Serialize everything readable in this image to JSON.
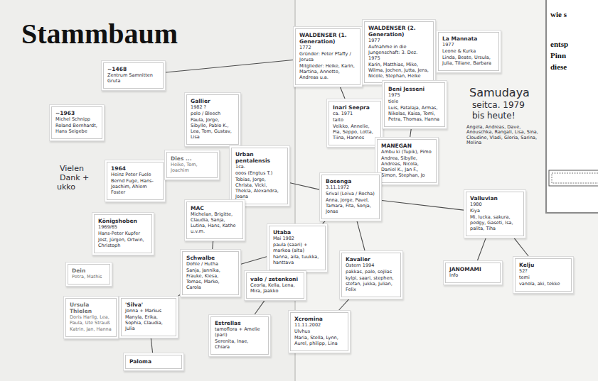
{
  "diagram": {
    "title": "Stammbaum",
    "nodes": [
      {
        "text": [
          "~1468",
          "Zentrum Samnitten Gruta"
        ]
      },
      {
        "text": [
          "WALDENSER (1. Generation)",
          "1772",
          "Gründer: Peter Pfaffy / Jerusa",
          "Mitglieder: Heike, Karin, Martina, Annette, Andreas u.a."
        ]
      },
      {
        "text": [
          "WALDENSER (2. Generation)",
          "1977",
          "Aufnahme in die Jungenschaft: 3. Dez. 1975",
          "Karin, Matthias, Mike, Wilma, Jochen, Jutta, Jens, Nicole, Stephan, Heike"
        ]
      },
      {
        "text": [
          "La Mannata",
          "1977",
          "Leone & Kurka",
          "Linda, Beate, Ursula, Julia, Tiliane, Barbara"
        ]
      },
      {
        "text": [
          "~1963",
          "Michel Schnipp",
          "Roland Bernhardt, Hans Seigebe"
        ]
      },
      {
        "text": [
          "Gallier",
          "1982 ?",
          "polo / Bleech",
          "Paula, Jorge, Sibylle, Pablo K., Lea, Tom, Gustav, Lisa"
        ]
      },
      {
        "text": [
          "Inari Seepra",
          "ca. 1971",
          "taito",
          "Veikko, Annelie, Pia, Seppo, Lotta, Tiina, Hannes"
        ]
      },
      {
        "text": [
          "Beni Jesseni",
          "1975",
          "tiele",
          "Luis, Patalaja, Armas, Nikolas, Kaisa, Tomi, Petra, Thomas, Hanna"
        ]
      },
      {
        "text": [
          "MANEGAN",
          "Ambu ki (Tupik), Pimo",
          "Andrea, Sibylle, Andreas, Nicola, Daniel K., Jan F., Simon, Stephan, Jo"
        ]
      },
      {
        "text": [
          "1964",
          "Heinz Peter Fuele",
          "Bernd Fuge, Hans-Joachim, Ahlem Foster"
        ]
      },
      {
        "text": [
          "Dies ...",
          "Heike, Tom, Joachim"
        ]
      },
      {
        "text": [
          "Urban pentalensis",
          "1ca.",
          "ooos (Engtus T.)",
          "Tobias, Jorge, Christa, Vicki, Thekla, Alexandra, Joana"
        ]
      },
      {
        "text": [
          "Bosenga",
          "3.11.1972",
          "Srival (Leiva / Rocha)",
          "Anna, Jorge, Pavel, Tamara, Fita, Sonja, Jonas"
        ]
      },
      {
        "text": [
          "Valluvian",
          "1980",
          "Kiya",
          "Mi, lucka, sakura, pedgy, Gaseti, Isa, palita, Tiha"
        ]
      },
      {
        "text": [
          "MAC",
          "Michelan, Brigitte, Claudia, Sanja, Lutina, Hans, Kathe u.v.m."
        ]
      },
      {
        "text": [
          "Königshoben",
          "1969/65",
          "Hans-Peter Kupfer",
          "Jost, Jürgen, Ortwin, Christoph"
        ]
      },
      {
        "text": [
          "Utaba",
          "Mai 1982",
          "paula (saari) + markoa (alta)",
          "hanna, aila, tuukka, hanttava"
        ]
      },
      {
        "text": [
          "Schwalbe",
          "Dohle / Hutha",
          "Sanja, Jannika, Frauke, Kiesa, Tomas, Marko, Carola"
        ]
      },
      {
        "text": [
          "valo / zetenkoni",
          "Ceorla, Kella, Lena, Mira, Jaakko"
        ]
      },
      {
        "text": [
          "Kavalier",
          "Ostern 1994",
          "pakkas, palo, sojlias",
          "kylpi, saari, stephen, stefan, jukka, Julian, Felix"
        ]
      },
      {
        "text": [
          "JANOMAMI",
          "Info"
        ]
      },
      {
        "text": [
          "Kelju",
          "52?",
          "temi",
          "vanola, aki, tekke"
        ]
      },
      {
        "text": [
          "Dein",
          "Petra, Mathis"
        ]
      },
      {
        "text": [
          "Ursula Thielen",
          "Doris Harlig, Lea, Paula, Ute Strauß",
          "Katrin, Jan, Hanna"
        ]
      },
      {
        "text": [
          "'Silva'",
          "Jonna + Markus",
          "Manyla, Erika, Sophia, Claudia, Julia"
        ]
      },
      {
        "text": [
          "Estrellas",
          "tamoflora + Amelie (pari)",
          "Serenita, Inae, Chiara"
        ]
      },
      {
        "text": [
          "Xcromina",
          "11.11.2002",
          "Ulvhus",
          "Maria, Stella, Lynn, Aurel, philipp, Lina"
        ]
      },
      {
        "text": [
          "Paloma"
        ]
      }
    ],
    "edges": [
      {
        "from": 0,
        "to": 1,
        "arrow": "none"
      },
      {
        "from": 1,
        "to": 2,
        "arrow": "none"
      },
      {
        "from": 2,
        "to": 3,
        "arrow": "none"
      },
      {
        "from": 1,
        "to": 6,
        "arrow": "none"
      },
      {
        "from": 6,
        "to": 7,
        "arrow": "none"
      },
      {
        "from": 7,
        "to": 8,
        "arrow": "none"
      },
      {
        "from": 5,
        "to": 11,
        "arrow": "none"
      },
      {
        "from": 11,
        "to": 12,
        "arrow": "none"
      },
      {
        "from": 11,
        "to": 14,
        "arrow": "none"
      },
      {
        "from": 12,
        "to": 16,
        "arrow": "none"
      },
      {
        "from": 16,
        "to": 18,
        "arrow": "none"
      },
      {
        "from": 16,
        "to": 17,
        "arrow": "none"
      },
      {
        "from": 14,
        "to": 17,
        "arrow": "none"
      },
      {
        "from": 17,
        "to": 24,
        "arrow": "none"
      },
      {
        "from": 24,
        "to": 27,
        "arrow": "none"
      },
      {
        "from": 18,
        "to": 25,
        "arrow": "none"
      },
      {
        "from": 12,
        "to": 19,
        "arrow": "none"
      },
      {
        "from": 19,
        "to": 26,
        "arrow": "none"
      },
      {
        "from": 12,
        "to": 13,
        "arrow": "none"
      },
      {
        "from": 13,
        "to": 21,
        "arrow": "none"
      },
      {
        "from": 13,
        "to": 20,
        "arrow": "none"
      },
      {
        "from": 8,
        "to": 12,
        "arrow": "none"
      }
    ],
    "labels": [
      "Samudaya",
      "seitca. 1979",
      "bis heute!",
      "Angela, Andreas, Dave, Anouschka, Rangali, Lisa, Sina, Cloudine, Vladi, Gloria, Sarina, Melina",
      "Vielen Dank +",
      "ukko",
      "wie s",
      "entsp",
      "Pinn",
      "diese"
    ]
  }
}
